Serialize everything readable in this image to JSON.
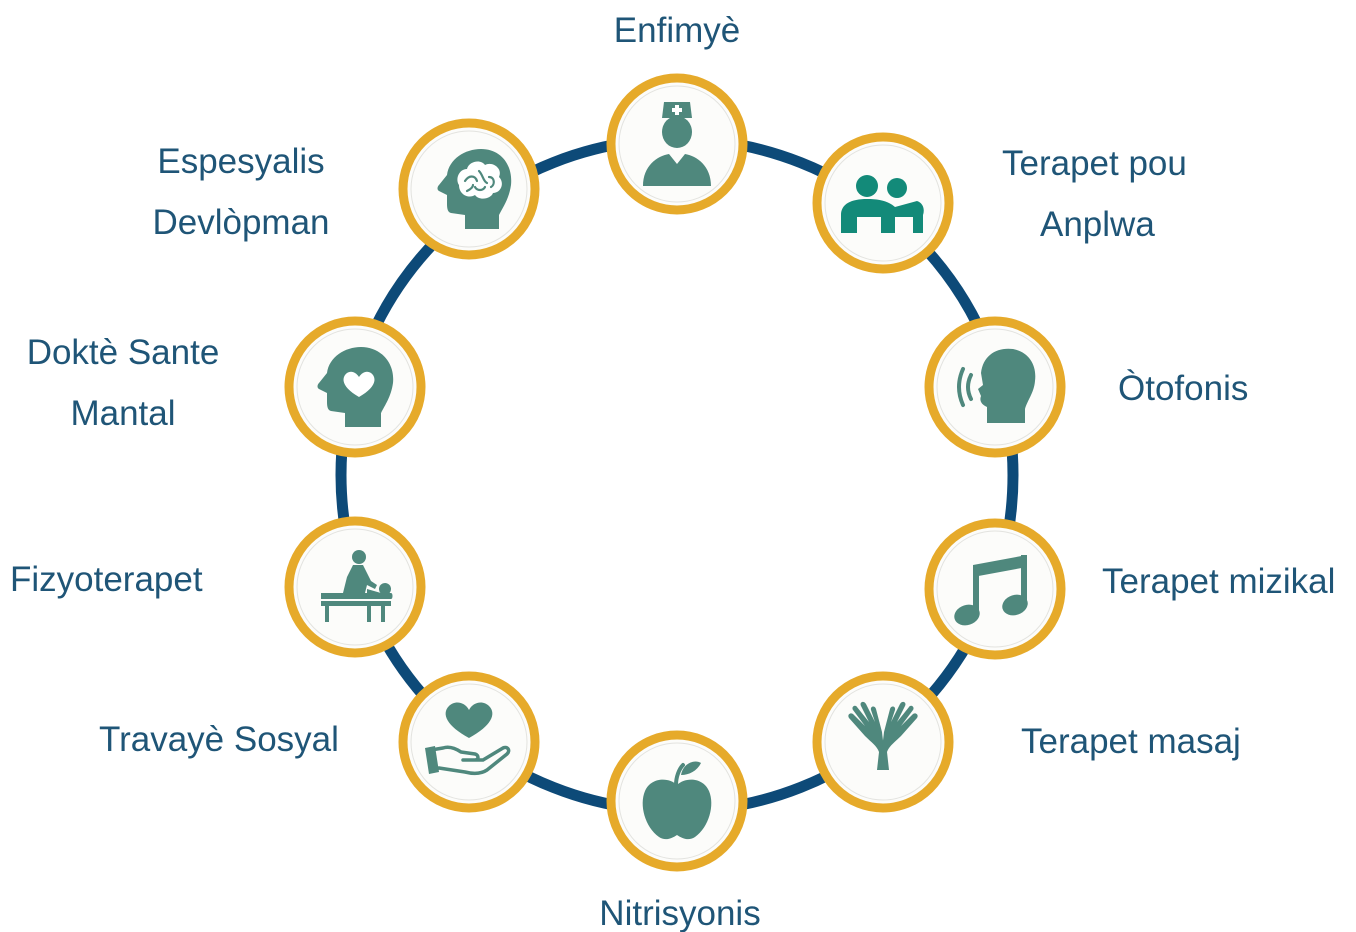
{
  "colors": {
    "ring": "#0d4a78",
    "badge_border": "#e6aa2a",
    "badge_fill": "#fcfcfa",
    "icon": "#4f887d",
    "text": "#1f5577"
  },
  "roles": [
    {
      "id": "nurse",
      "icon": "nurse-icon",
      "lines": [
        "Enfimyè"
      ]
    },
    {
      "id": "family",
      "icon": "family-embrace-icon",
      "lines": [
        "Terapet pou",
        "Anplwa"
      ]
    },
    {
      "id": "speech",
      "icon": "speaking-head-icon",
      "lines": [
        "Òtofonis"
      ]
    },
    {
      "id": "music",
      "icon": "music-note-icon",
      "lines": [
        "Terapet mizikal"
      ]
    },
    {
      "id": "massage",
      "icon": "massage-hands-icon",
      "lines": [
        "Terapet masaj"
      ]
    },
    {
      "id": "nutrition",
      "icon": "apple-icon",
      "lines": [
        "Nitrisyonis"
      ]
    },
    {
      "id": "social",
      "icon": "heart-in-hand-icon",
      "lines": [
        "Travayè Sosyal"
      ]
    },
    {
      "id": "physio",
      "icon": "physiotherapy-icon",
      "lines": [
        "Fizyoterapet"
      ]
    },
    {
      "id": "mental",
      "icon": "heart-head-icon",
      "lines": [
        "Doktè Sante",
        "Mantal"
      ]
    },
    {
      "id": "development",
      "icon": "brain-head-icon",
      "lines": [
        "Espesyalis",
        "Devlòpman"
      ]
    }
  ]
}
